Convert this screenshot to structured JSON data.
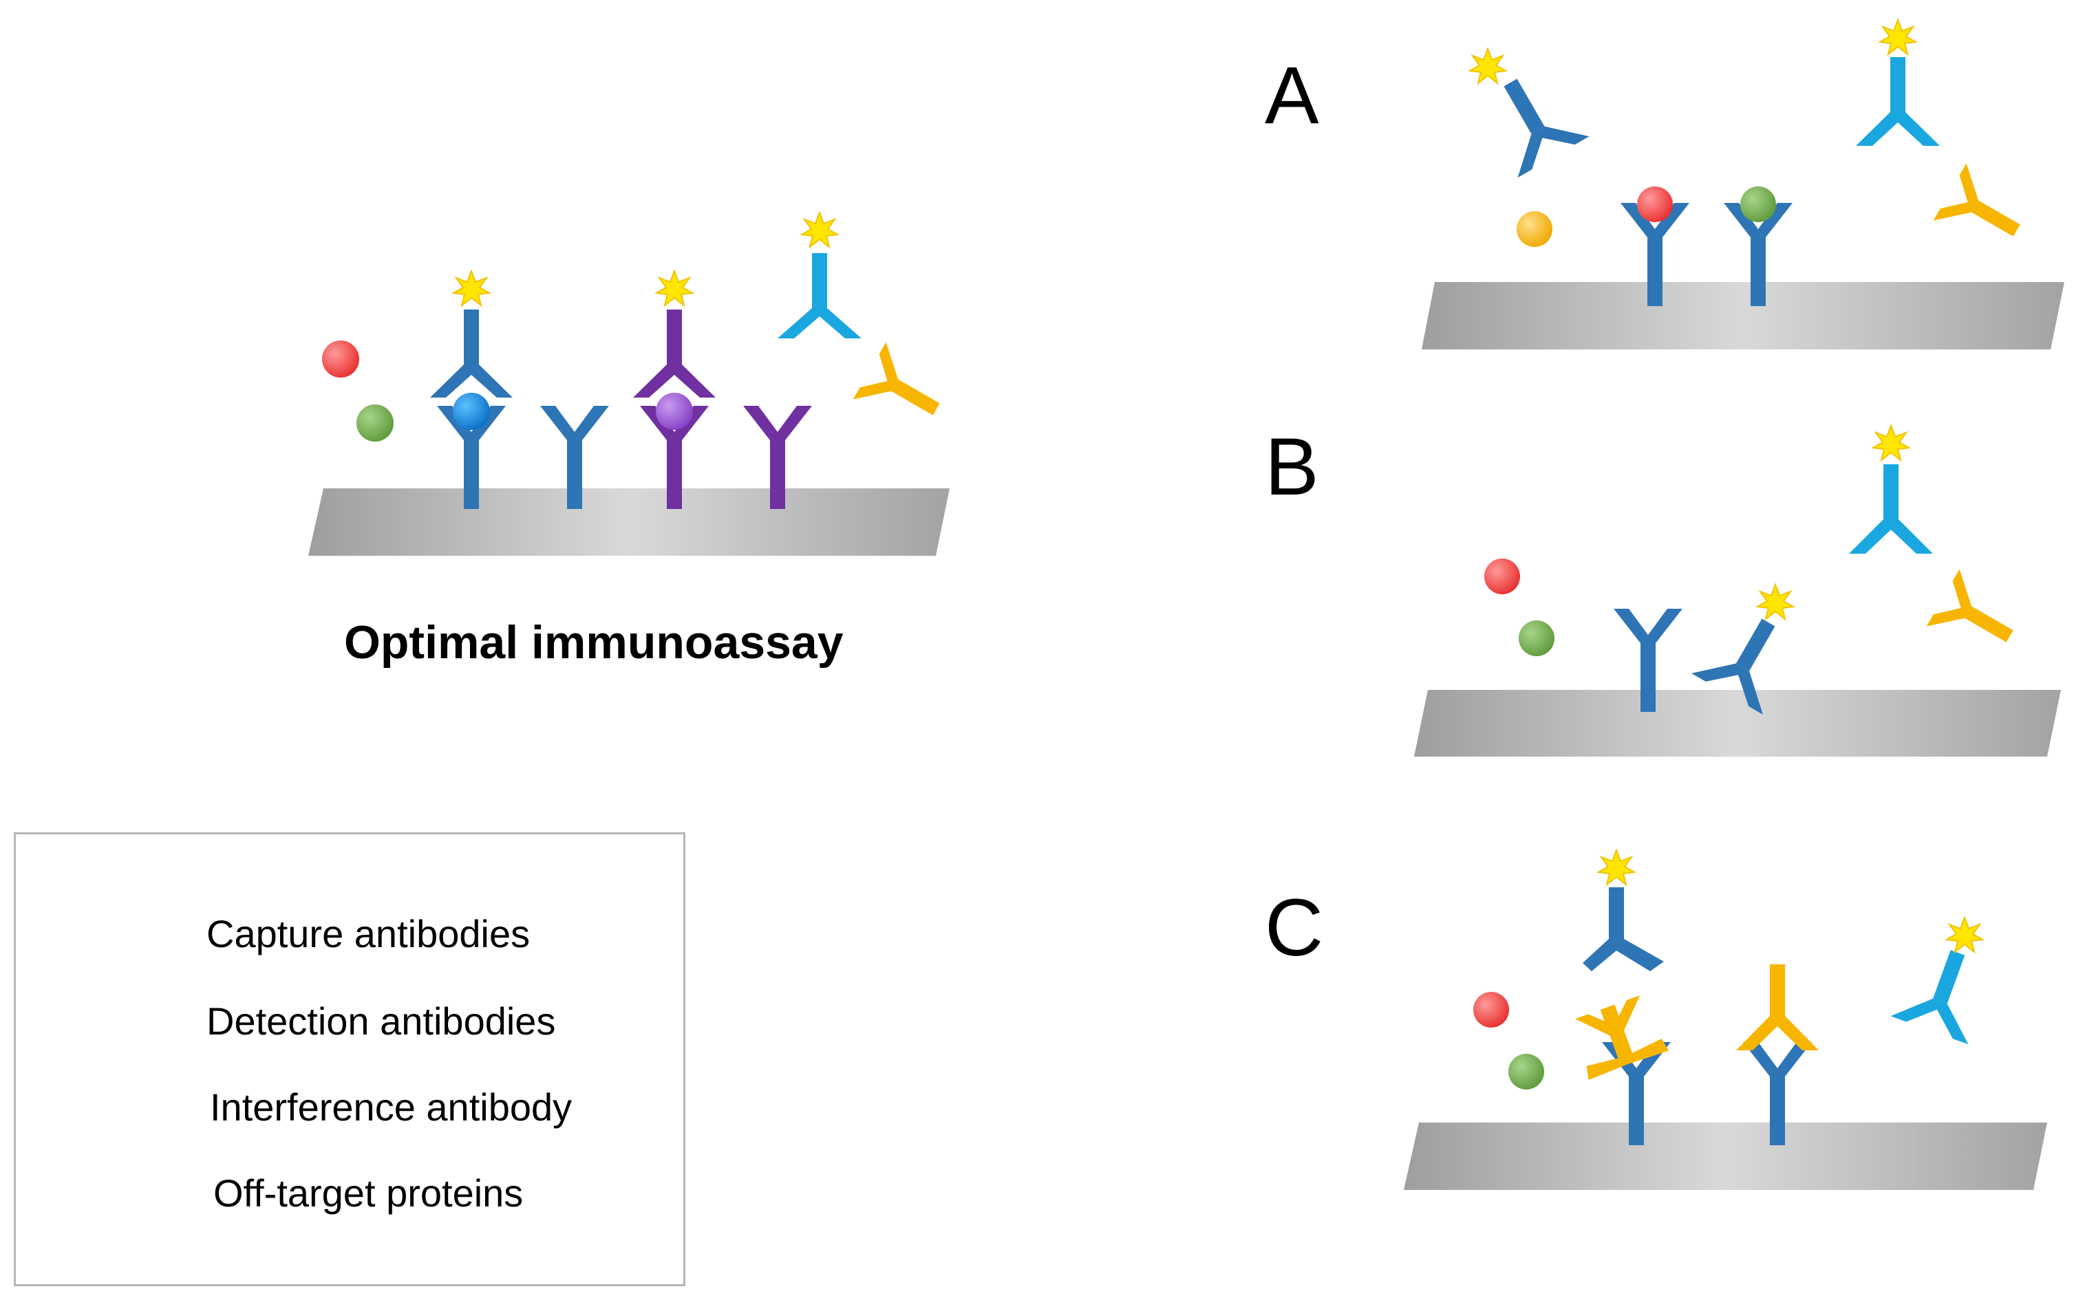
{
  "title": "Optimal immunoassay",
  "panels": [
    "A",
    "B",
    "C"
  ],
  "legend": {
    "capture": "Capture antibodies",
    "detection": "Detection antibodies",
    "interference": "Interference antibody",
    "offtarget": "Off-target proteins"
  },
  "colors": {
    "capture_blue": "#2e75b6",
    "capture_purple": "#7030a0",
    "detection_lightblue": "#1aa7e0",
    "interference": "#f7b500",
    "label_star": "#ffe600",
    "offtarget_red": "#f03a3a",
    "offtarget_green": "#6ea84a",
    "analyte_blue": "#1f8fe0",
    "analyte_purple": "#9b4fd6",
    "extra_yellow": "#f5b400",
    "surface": "#bdbdbd"
  },
  "icons": [
    "antibody-y",
    "antibody-inverted",
    "star-label",
    "protein-sphere",
    "surface-plate"
  ]
}
